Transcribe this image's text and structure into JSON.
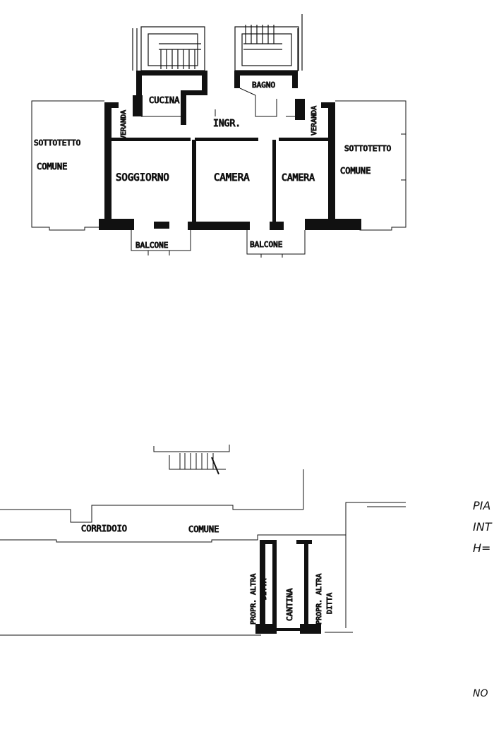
{
  "upper_floor": {
    "rooms": {
      "cucina": "CUCINA",
      "bagno": "BAGNO",
      "ingresso": "INGR.",
      "veranda_left": "VERANDA",
      "veranda_right": "VERANDA",
      "sottotetto_left_1": "SOTTOTETTO",
      "sottotetto_left_2": "COMUNE",
      "sottotetto_right_1": "SOTTOTETTO",
      "sottotetto_right_2": "COMUNE",
      "soggiorno": "SOGGIORNO",
      "camera_1": "CAMERA",
      "camera_2": "CAMERA",
      "balcone_left": "BALCONE",
      "balcone_right": "BALCONE"
    }
  },
  "lower_floor": {
    "rooms": {
      "corridoio": "CORRIDOIO",
      "comune": "COMUNE",
      "proprieta_left_1": "PROPR. ALTRA",
      "proprieta_left_2": "DITTA",
      "cantina": "CANTINA",
      "proprieta_right_1": "PROPR. ALTRA",
      "proprieta_right_2": "DITTA"
    }
  },
  "side_notes": {
    "line1": "PIA",
    "line2": "INT",
    "line3": "H=",
    "bottom": "NO"
  }
}
